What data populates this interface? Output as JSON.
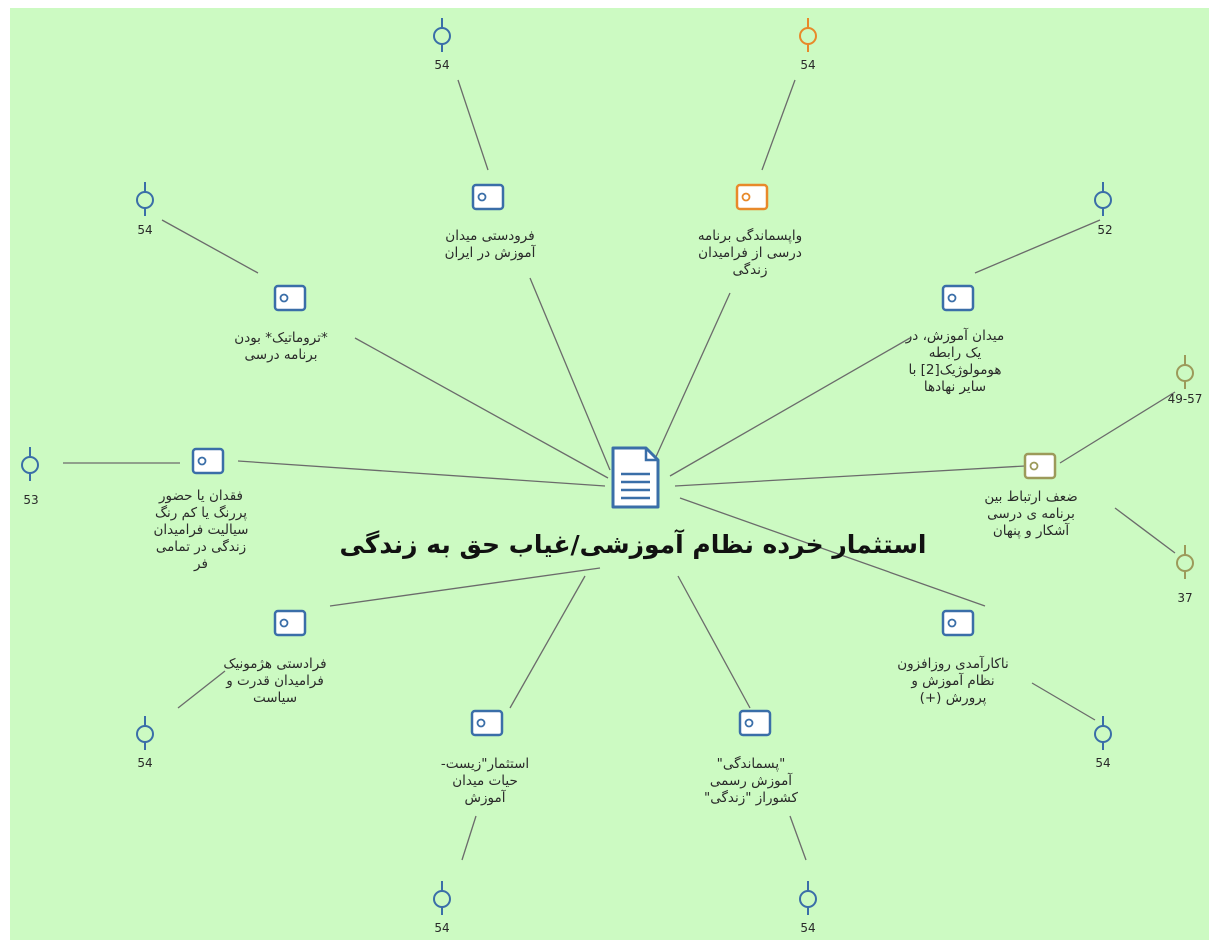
{
  "center": {
    "title": "استثمار خرده نظام آموزشی/غیاب حق به زندگی"
  },
  "colors": {
    "background": "#ccfac2",
    "blue": "#3a6ea8",
    "orange": "#e8892a",
    "green": "#8cc63f",
    "olive": "#9c9a5a",
    "line": "#6b6b6b"
  },
  "codes": [
    {
      "label": "فرودستی میدان\nآموزش در ایران",
      "color": "blue",
      "refs": [
        "54"
      ]
    },
    {
      "label": "واپسماندگی برنامه\nدرسی از فرامیدان\nزندگی",
      "color": "orange",
      "refs": [
        "54"
      ]
    },
    {
      "label": "*تروماتیک* بودن\nبرنامه درسی",
      "color": "blue",
      "refs": [
        "54"
      ]
    },
    {
      "label": "میدان آموزش، در\nیک رابطه\nهومولوژیک[2] با\nسایر نهادها",
      "color": "blue",
      "refs": [
        "52"
      ]
    },
    {
      "label": "فقدان یا حضور\nپررنگ یا کم رنگ\nسیالیت فرامیدان\nزندگی در تمامی\nفر",
      "color": "blue",
      "refs": [
        "53"
      ]
    },
    {
      "label": "ضعف ارتباط بین\nبرنامه ی درسی\nآشکار و پنهان",
      "color": "olive",
      "refs": [
        "49-57",
        "37"
      ]
    },
    {
      "label": "فرادستی هژمونیک\nفرامیدان قدرت و\nسیاست",
      "color": "blue",
      "refs": [
        "54"
      ]
    },
    {
      "label": "ناکارآمدی روزافزون\nنظام آموزش و\nپرورش (+)",
      "color": "blue",
      "refs": [
        "54"
      ]
    },
    {
      "label": "استثمار\"زیست-\nحیات میدان\nآموزش",
      "color": "blue",
      "refs": [
        "54"
      ]
    },
    {
      "label": "\"پسماندگی\"\nآموزش رسمی\nکشوراز \"زندگی\"",
      "color": "blue",
      "refs": [
        "54"
      ]
    }
  ]
}
